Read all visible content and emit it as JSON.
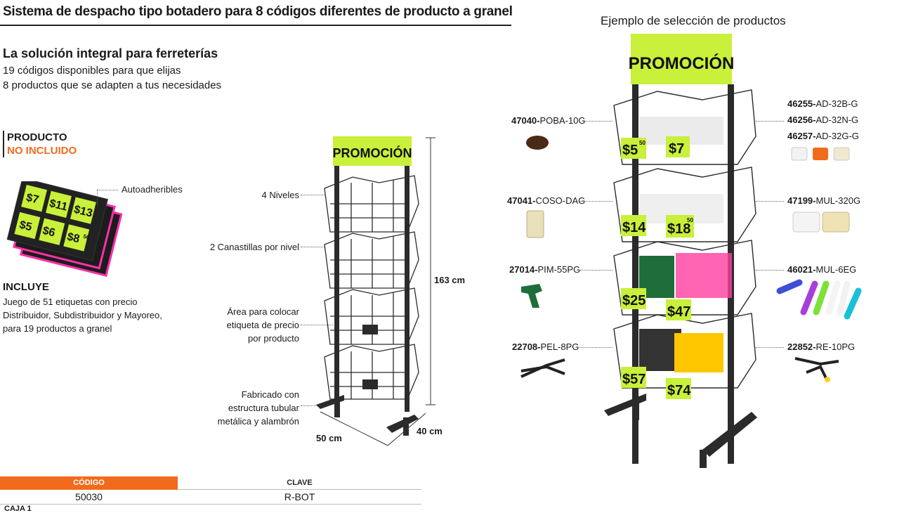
{
  "title": "Sistema de despacho tipo botadero para 8 códigos diferentes de producto a granel",
  "headline": "La solución integral para ferreterías",
  "subline1": "19 códigos disponibles para que elijas",
  "subline2": "8 productos que se adapten a tus necesidades",
  "product_note": {
    "line1": "PRODUCTO",
    "line2": "NO INCLUIDO"
  },
  "autoadheribles": "Autoadheribles",
  "includes": {
    "heading": "INCLUYE",
    "lines": [
      "Juego de 51 etiquetas con precio",
      "Distribuidor, Subdistribuidor y Mayoreo,",
      "para 19 productos a granel"
    ]
  },
  "callouts": {
    "levels": "4 Niveles",
    "baskets": "2 Canastillas por nivel",
    "area": [
      "Área para colocar",
      "etiqueta de precio",
      "por producto"
    ],
    "made": [
      "Fabricado con",
      "estructura tubular",
      "metálica y alambrón"
    ]
  },
  "dimensions": {
    "height": "163 cm",
    "width": "50 cm",
    "depth": "40 cm"
  },
  "promo_sign": "PROMOCIÓN",
  "example_title": "Ejemplo de selección de productos",
  "left_codes": [
    {
      "num": "47040-",
      "key": "POBA-10G"
    },
    {
      "num": "47041-",
      "key": "COSO-DAG"
    },
    {
      "num": "27014-",
      "key": "PIM-55PG"
    },
    {
      "num": "22708-",
      "key": "PEL-8PG"
    }
  ],
  "right_codes": [
    {
      "num": "46255-",
      "key": "AD-32B-G"
    },
    {
      "num": "46256-",
      "key": "AD-32N-G"
    },
    {
      "num": "46257-",
      "key": "AD-32G-G"
    },
    {
      "num": "47199-",
      "key": "MUL-320G"
    },
    {
      "num": "46021-",
      "key": "MUL-6EG"
    },
    {
      "num": "22852-",
      "key": "RE-10PG"
    }
  ],
  "price_tags": {
    "t1": "$5",
    "t1c": "50",
    "t2": "$7",
    "t3": "$14",
    "t4": "$18",
    "t4c": "50",
    "t5": "$25",
    "t6": "$47",
    "t7": "$57",
    "t8": "$74"
  },
  "sticker_prices": [
    "$7",
    "$11",
    "$13",
    "$5",
    "$6",
    "$8",
    "50"
  ],
  "table": {
    "headers": [
      "CÓDIGO",
      "CLAVE"
    ],
    "row": [
      "50030",
      "R-BOT"
    ]
  },
  "caja": "CAJA 1",
  "colors": {
    "accent": "#f26b1d",
    "promo": "#c9f03a",
    "frame": "#2b2b2b"
  }
}
